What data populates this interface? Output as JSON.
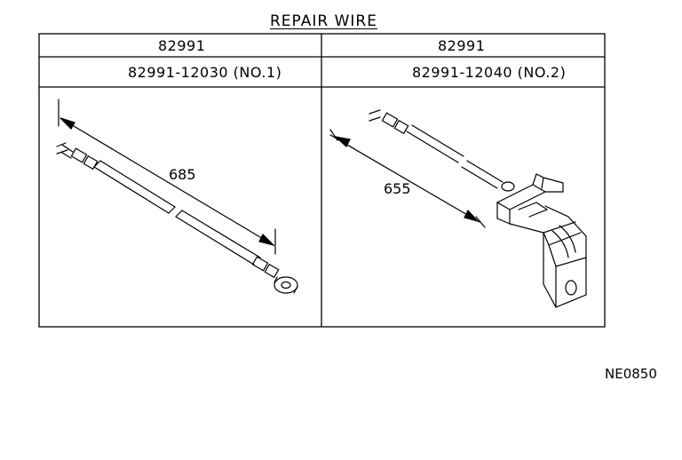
{
  "title": "REPAIR WIRE",
  "columns": [
    {
      "part_no": "82991",
      "sub_part_no": "82991-12030 (NO.1)",
      "dimension": "685"
    },
    {
      "part_no": "82991",
      "sub_part_no": "82991-12040 (NO.2)",
      "dimension": "655"
    }
  ],
  "figure_id": "NE0850"
}
